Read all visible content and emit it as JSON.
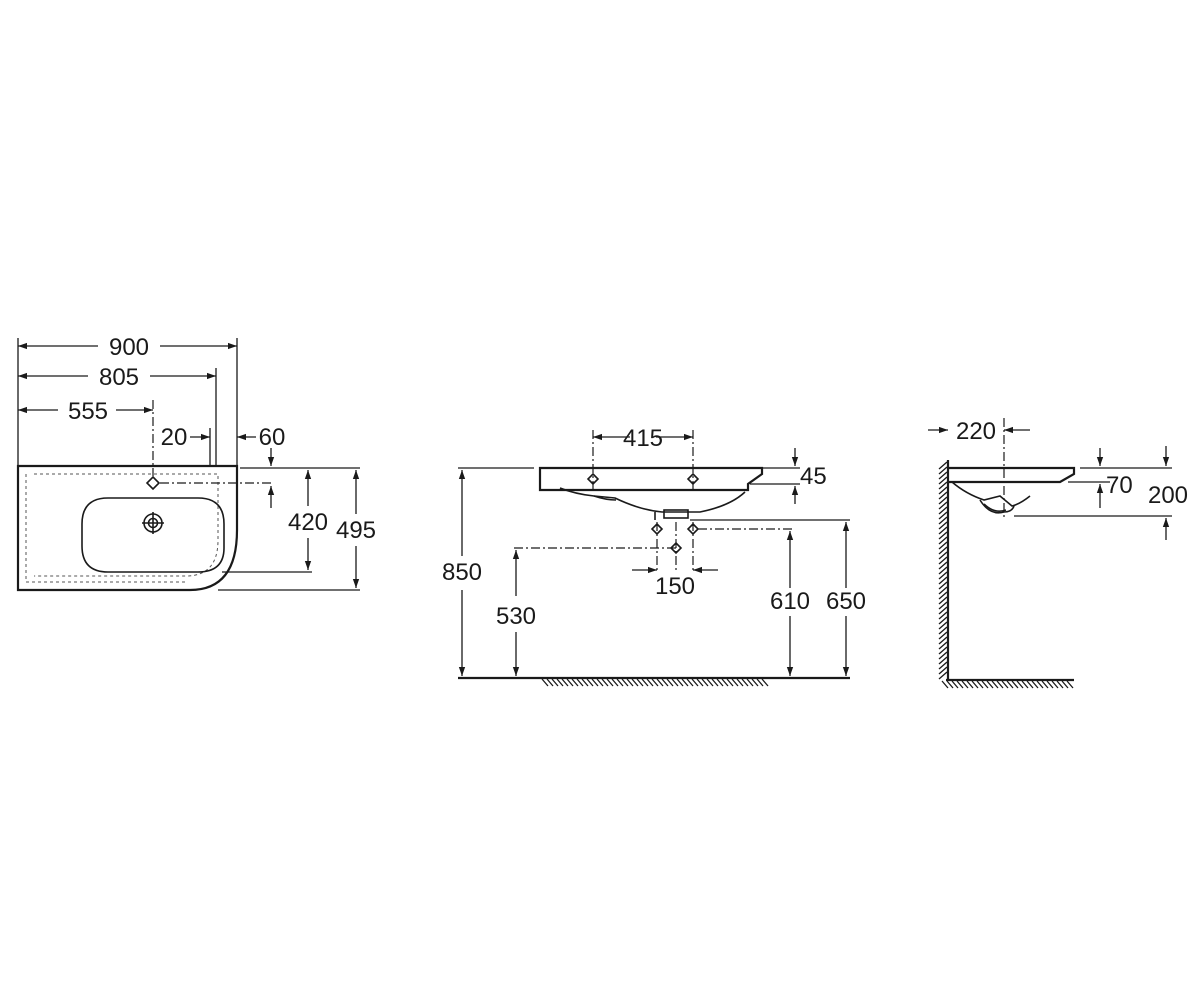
{
  "diagram": {
    "top_view": {
      "overall_width": "900",
      "inner_width": "805",
      "tap_offset": "555",
      "dim_20": "20",
      "dim_60": "60",
      "depth_tap": "420",
      "overall_depth": "495"
    },
    "front_view": {
      "tap_spacing": "415",
      "rim_thickness": "45",
      "height_top": "850",
      "waste_height": "530",
      "supply_spacing": "150",
      "supply_height": "610",
      "trap_height": "650"
    },
    "side_view": {
      "projection": "220",
      "rim_depth": "70",
      "bowl_depth": "200"
    }
  }
}
